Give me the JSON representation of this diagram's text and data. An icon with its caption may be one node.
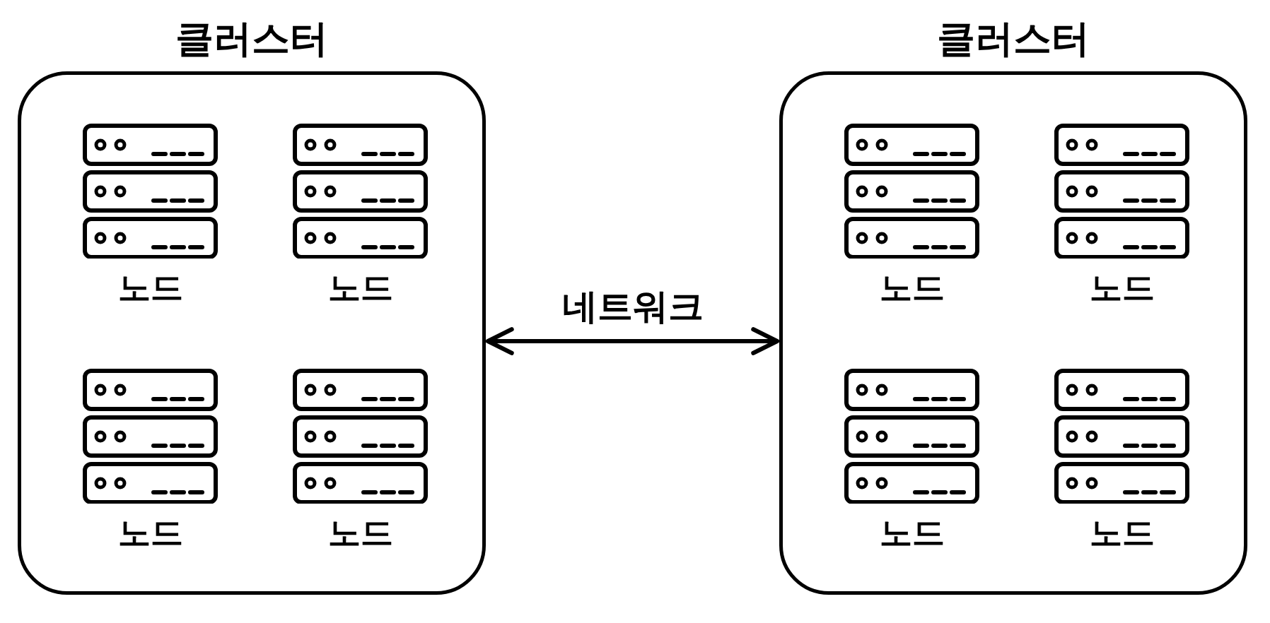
{
  "diagram": {
    "nodes": [
      {
        "text": [
          "클러스터"
        ]
      },
      {
        "text": [
          "노드"
        ],
        "in": 0
      },
      {
        "text": [
          "노드"
        ],
        "in": 0
      },
      {
        "text": [
          "노드"
        ],
        "in": 0
      },
      {
        "text": [
          "노드"
        ],
        "in": 0
      },
      {
        "text": [
          "클러스터"
        ]
      },
      {
        "text": [
          "노드"
        ],
        "in": 5
      },
      {
        "text": [
          "노드"
        ],
        "in": 5
      },
      {
        "text": [
          "노드"
        ],
        "in": 5
      },
      {
        "text": [
          "노드"
        ],
        "in": 5
      }
    ],
    "edges": [
      {
        "from": 0,
        "to": 5,
        "arrow": "both",
        "label": "네트워크"
      }
    ]
  }
}
